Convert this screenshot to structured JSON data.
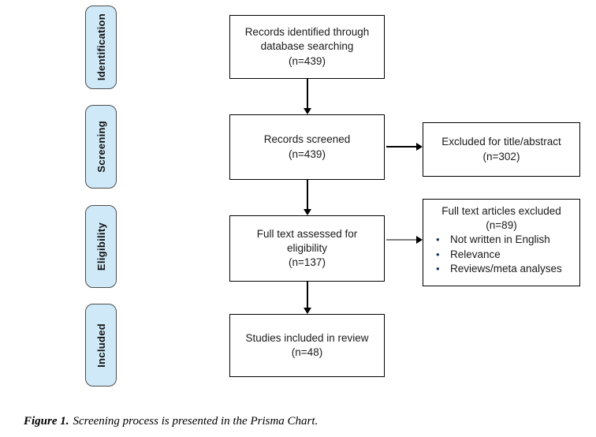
{
  "stages": [
    {
      "label": "Identification"
    },
    {
      "label": "Screening"
    },
    {
      "label": "Eligibility"
    },
    {
      "label": "Included"
    }
  ],
  "flow": {
    "records_identified": "Records identified through\ndatabase searching\n(n=439)",
    "records_screened": "Records screened\n(n=439)",
    "full_text_assessed": "Full text assessed for\neligibility\n(n=137)",
    "studies_included": "Studies included in review\n(n=48)"
  },
  "exclusions": {
    "title_abstract": "Excluded for title/abstract\n(n=302)",
    "full_text_title": "Full text articles excluded",
    "full_text_count": "(n=89)",
    "bullet_glyph": "•",
    "full_text_reasons": [
      "Not written in English",
      "Relevance",
      "Reviews/meta analyses"
    ]
  },
  "caption": {
    "label": "Figure 1.",
    "text": "Screening process is presented in the Prisma Chart."
  },
  "colors": {
    "stage_fill": "#cfe9f8",
    "stage_border": "#4d4d4d",
    "box_border": "#000000",
    "arrow_black": "#000000",
    "connector_gray": "#7f7f7f"
  }
}
